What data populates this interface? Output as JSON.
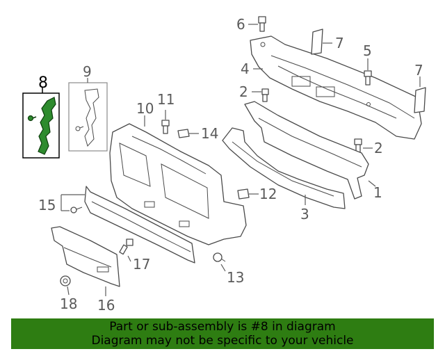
{
  "callouts": {
    "c1": "1",
    "c2a": "2",
    "c2b": "2",
    "c3": "3",
    "c5": "5",
    "c6": "6",
    "c7a": "7",
    "c7b": "7",
    "c8": "8",
    "c9": "9",
    "c10": "10",
    "c11": "11",
    "c12": "12",
    "c13": "13",
    "c14": "14",
    "c15": "15",
    "c16": "16",
    "c17": "17",
    "c18": "18",
    "c4": "4"
  },
  "highlighted_part": "8",
  "colors": {
    "highlight": "#2e8b2e",
    "banner": "#2e7d12"
  },
  "banner": {
    "line1": "Part or sub-assembly is #8 in diagram",
    "line2": "Diagram may not be specific to your vehicle"
  }
}
